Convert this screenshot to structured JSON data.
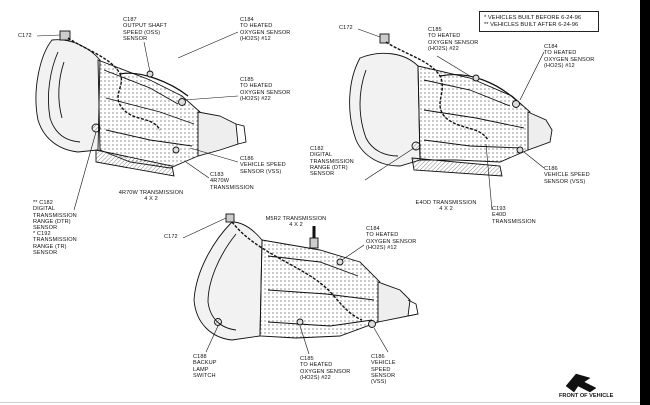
{
  "legend": {
    "before": "* VEHICLES BUILT BEFORE 6-24-96",
    "after": "** VEHICLES BUILT AFTER 6-24-96"
  },
  "transmissions": {
    "r70w": [
      "4R70W TRANSMISSION",
      "4 X 2"
    ],
    "e40d": [
      "E4OD TRANSMISSION",
      "4 X 2"
    ],
    "m5r2": [
      "M5R2 TRANSMISSION",
      "4 X 2"
    ]
  },
  "labels": {
    "c172_a": [
      "C172"
    ],
    "c187": [
      "C187",
      "OUTPUT SHAFT",
      "SPEED (OSS)",
      "SENSOR"
    ],
    "c184_a": [
      "C184",
      "TO HEATED",
      "OXYGEN SENSOR",
      "(HO2S) #12"
    ],
    "c185_a": [
      "C185",
      "TO HEATED",
      "OXYGEN SENSOR",
      "(HO2S) #22"
    ],
    "c183": [
      "C183",
      "4R70W",
      "TRANSMISSION"
    ],
    "c186_a": [
      "C186",
      "VEHICLE SPEED",
      "SENSOR (VSS)"
    ],
    "c182_dtr_a": [
      "** C182",
      "DIGITAL",
      "TRANSMISSION",
      "RANGE (DTR)",
      "SENSOR"
    ],
    "c192_tr": [
      "* C192",
      "TRANSMISSION",
      "RANGE (TR)",
      "SENSOR"
    ],
    "c172_b": [
      "C172"
    ],
    "c185_b": [
      "C185",
      "TO HEATED",
      "OXYGEN SENSOR",
      "(HO2S) #22"
    ],
    "c184_b": [
      "C184",
      "TO HEATED",
      "OXYGEN SENSOR",
      "(HO2S) #12"
    ],
    "c182_dtr_b": [
      "C182",
      "DIGITAL",
      "TRANSMISSION",
      "RANGE (DTR)",
      "SENSOR"
    ],
    "c186_b": [
      "C186",
      "VEHICLE SPEED",
      "SENSOR (VSS)"
    ],
    "c193": [
      "C193",
      "E40D",
      "TRANSMISSION"
    ],
    "c172_c": [
      "C172"
    ],
    "c184_c": [
      "C184",
      "TO HEATED",
      "OXYGEN SENSOR",
      "(HO2S) #12"
    ],
    "c188": [
      "C188",
      "BACKUP",
      "LAMP",
      "SWITCH"
    ],
    "c185_c": [
      "C185",
      "TO HEATED",
      "OXYGEN SENSOR",
      "(HO2S) #22"
    ],
    "c186_c": [
      "C186",
      "VEHICLE",
      "SPEED",
      "SENSOR",
      "(VSS)"
    ]
  },
  "front_of_vehicle": "FRONT OF VEHICLE"
}
